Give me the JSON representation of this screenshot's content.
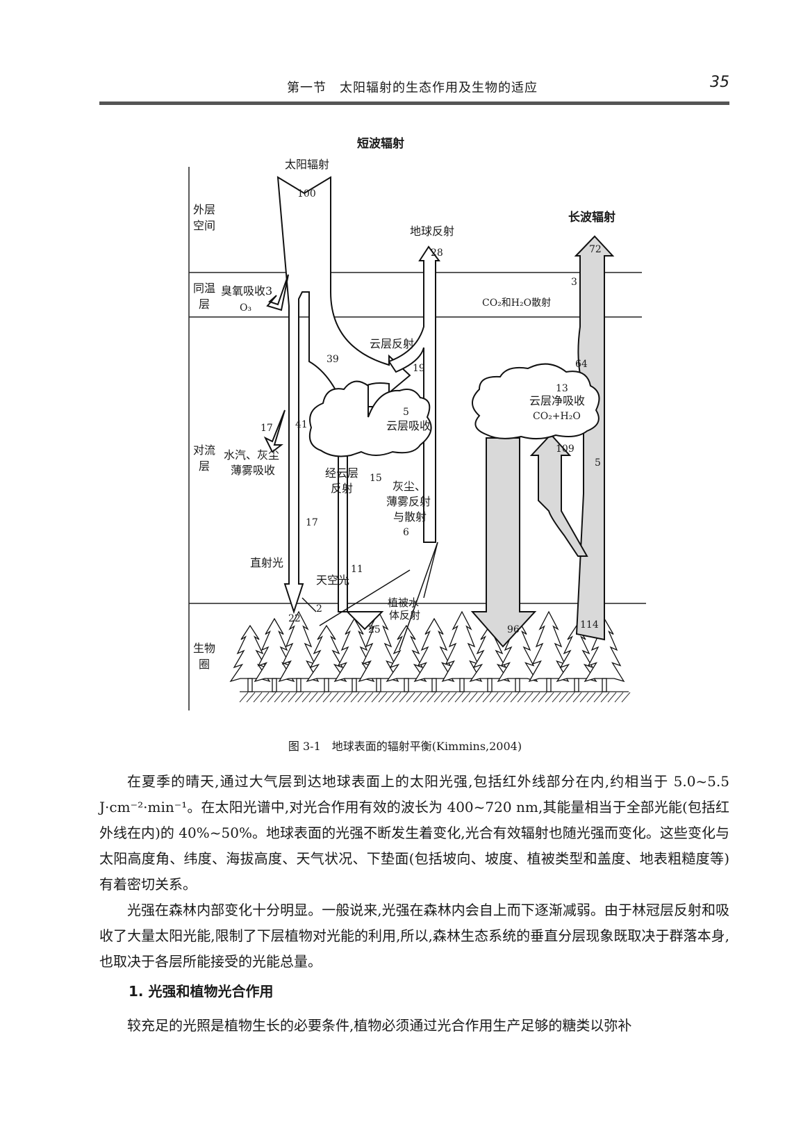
{
  "header": {
    "title": "第一节　太阳辐射的生态作用及生物的适应",
    "page_number": "35"
  },
  "figure": {
    "title_short": "短波辐射",
    "title_long": "长波辐射",
    "layers": {
      "outer_1": "外层",
      "outer_2": "空间",
      "strato_1": "同温",
      "strato_2": "层",
      "tropo_1": "对流",
      "tropo_2": "层",
      "bio_1": "生物",
      "bio_2": "圈"
    },
    "labels": {
      "solar": "太阳辐射",
      "earth_reflect": "地球反射",
      "ozone": "臭氧吸收3",
      "o3": "O₃",
      "co2_scatter": "CO₂和H₂O散射",
      "cloud_reflect": "云层反射",
      "cloud_absorb": "云层吸收",
      "cloud_net_1": "云层净吸收",
      "cloud_net_2": "CO₂+H₂O",
      "vapor_1": "水汽、灰尘",
      "vapor_2": "薄雾吸收",
      "via_cloud_1": "经云层",
      "via_cloud_2": "反射",
      "dust_1": "灰尘、",
      "dust_2": "薄雾反射",
      "dust_3": "与散射",
      "direct": "直射光",
      "sky": "天空光",
      "veg_1": "植被水",
      "veg_2": "体反射"
    },
    "values": {
      "v100": "100",
      "v28": "28",
      "v72": "72",
      "v3": "3",
      "v39": "39",
      "v19": "19",
      "v5a": "5",
      "v64": "64",
      "v13": "13",
      "v17a": "17",
      "v41": "41",
      "v109": "109",
      "v5b": "5",
      "v15": "15",
      "v6": "6",
      "v17b": "17",
      "v11": "11",
      "v2": "2",
      "v22": "22",
      "v25": "25",
      "v96": "96",
      "v114": "114"
    }
  },
  "caption": "图 3-1　地球表面的辐射平衡(Kimmins,2004)",
  "paragraphs": [
    "在夏季的晴天,通过大气层到达地球表面上的太阳光强,包括红外线部分在内,约相当于 5.0~5.5 J·cm⁻²·min⁻¹。在太阳光谱中,对光合作用有效的波长为 400~720 nm,其能量相当于全部光能(包括红外线在内)的 40%~50%。地球表面的光强不断发生着变化,光合有效辐射也随光强而变化。这些变化与太阳高度角、纬度、海拔高度、天气状况、下垫面(包括坡向、坡度、植被类型和盖度、地表粗糙度等)有着密切关系。",
    "光强在森林内部变化十分明显。一般说来,光强在森林内会自上而下逐渐减弱。由于林冠层反射和吸收了大量太阳光能,限制了下层植物对光能的利用,所以,森林生态系统的垂直分层现象既取决于群落本身,也取决于各层所能接受的光能总量。"
  ],
  "section_heading": "1. 光强和植物光合作用",
  "last_paragraph": "较充足的光照是植物生长的必要条件,植物必须通过光合作用生产足够的糖类以弥补"
}
